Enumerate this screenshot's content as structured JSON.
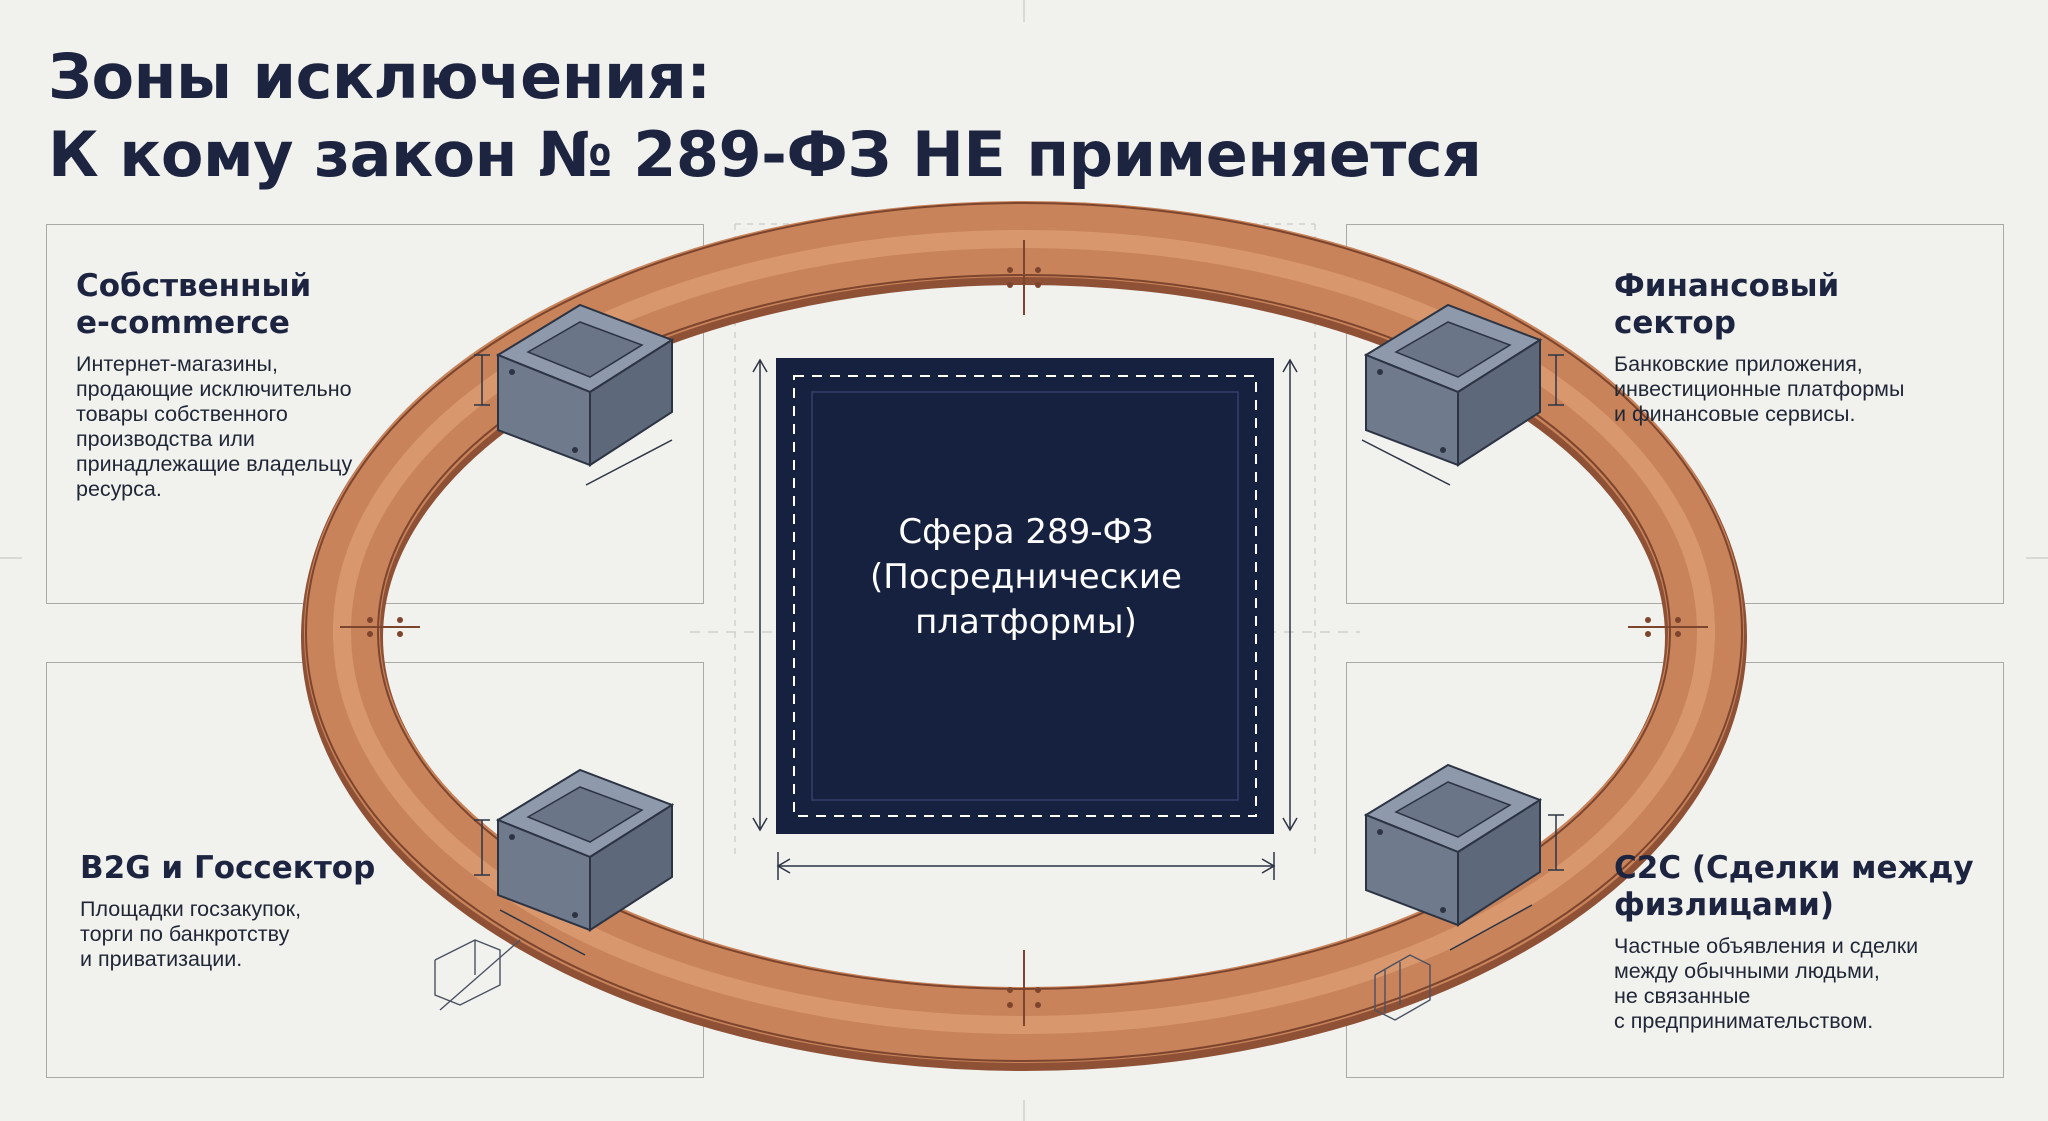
{
  "title": {
    "line1": "Зоны исключения:",
    "line2": "К кому закон № 289-ФЗ НЕ применяется"
  },
  "center": {
    "line1": "Сфера 289-ФЗ",
    "line2": "(Посреднические",
    "line3": "платформы)"
  },
  "zones": {
    "ecommerce": {
      "title_lines": [
        "Собственный",
        "e-commerce"
      ],
      "desc_lines": [
        "Интернет-магазины,",
        "продающие исключительно",
        "товары собственного",
        "производства или",
        "принадлежащие владельцу",
        "ресурса."
      ]
    },
    "finance": {
      "title_lines": [
        "Финансовый",
        "сектор"
      ],
      "desc_lines": [
        "Банковские приложения,",
        "инвестиционные платформы",
        "и финансовые сервисы."
      ]
    },
    "b2g": {
      "title_lines": [
        "B2G и Госсектор"
      ],
      "desc_lines": [
        "Площадки госзакупок,",
        "торги по банкротству",
        "и приватизации."
      ]
    },
    "c2c": {
      "title_lines": [
        "C2C (Сделки между",
        "физлицами)"
      ],
      "desc_lines": [
        "Частные объявления и сделки",
        "между обычными людьми,",
        "не связанные",
        "с предпринимательством."
      ]
    }
  },
  "colors": {
    "background": "#f1f1ee",
    "navy": "#16213f",
    "copper": "#c07a52",
    "copper_dark": "#8f5136",
    "steel": "#7b8799",
    "panel_border": "#a9aaa6"
  }
}
